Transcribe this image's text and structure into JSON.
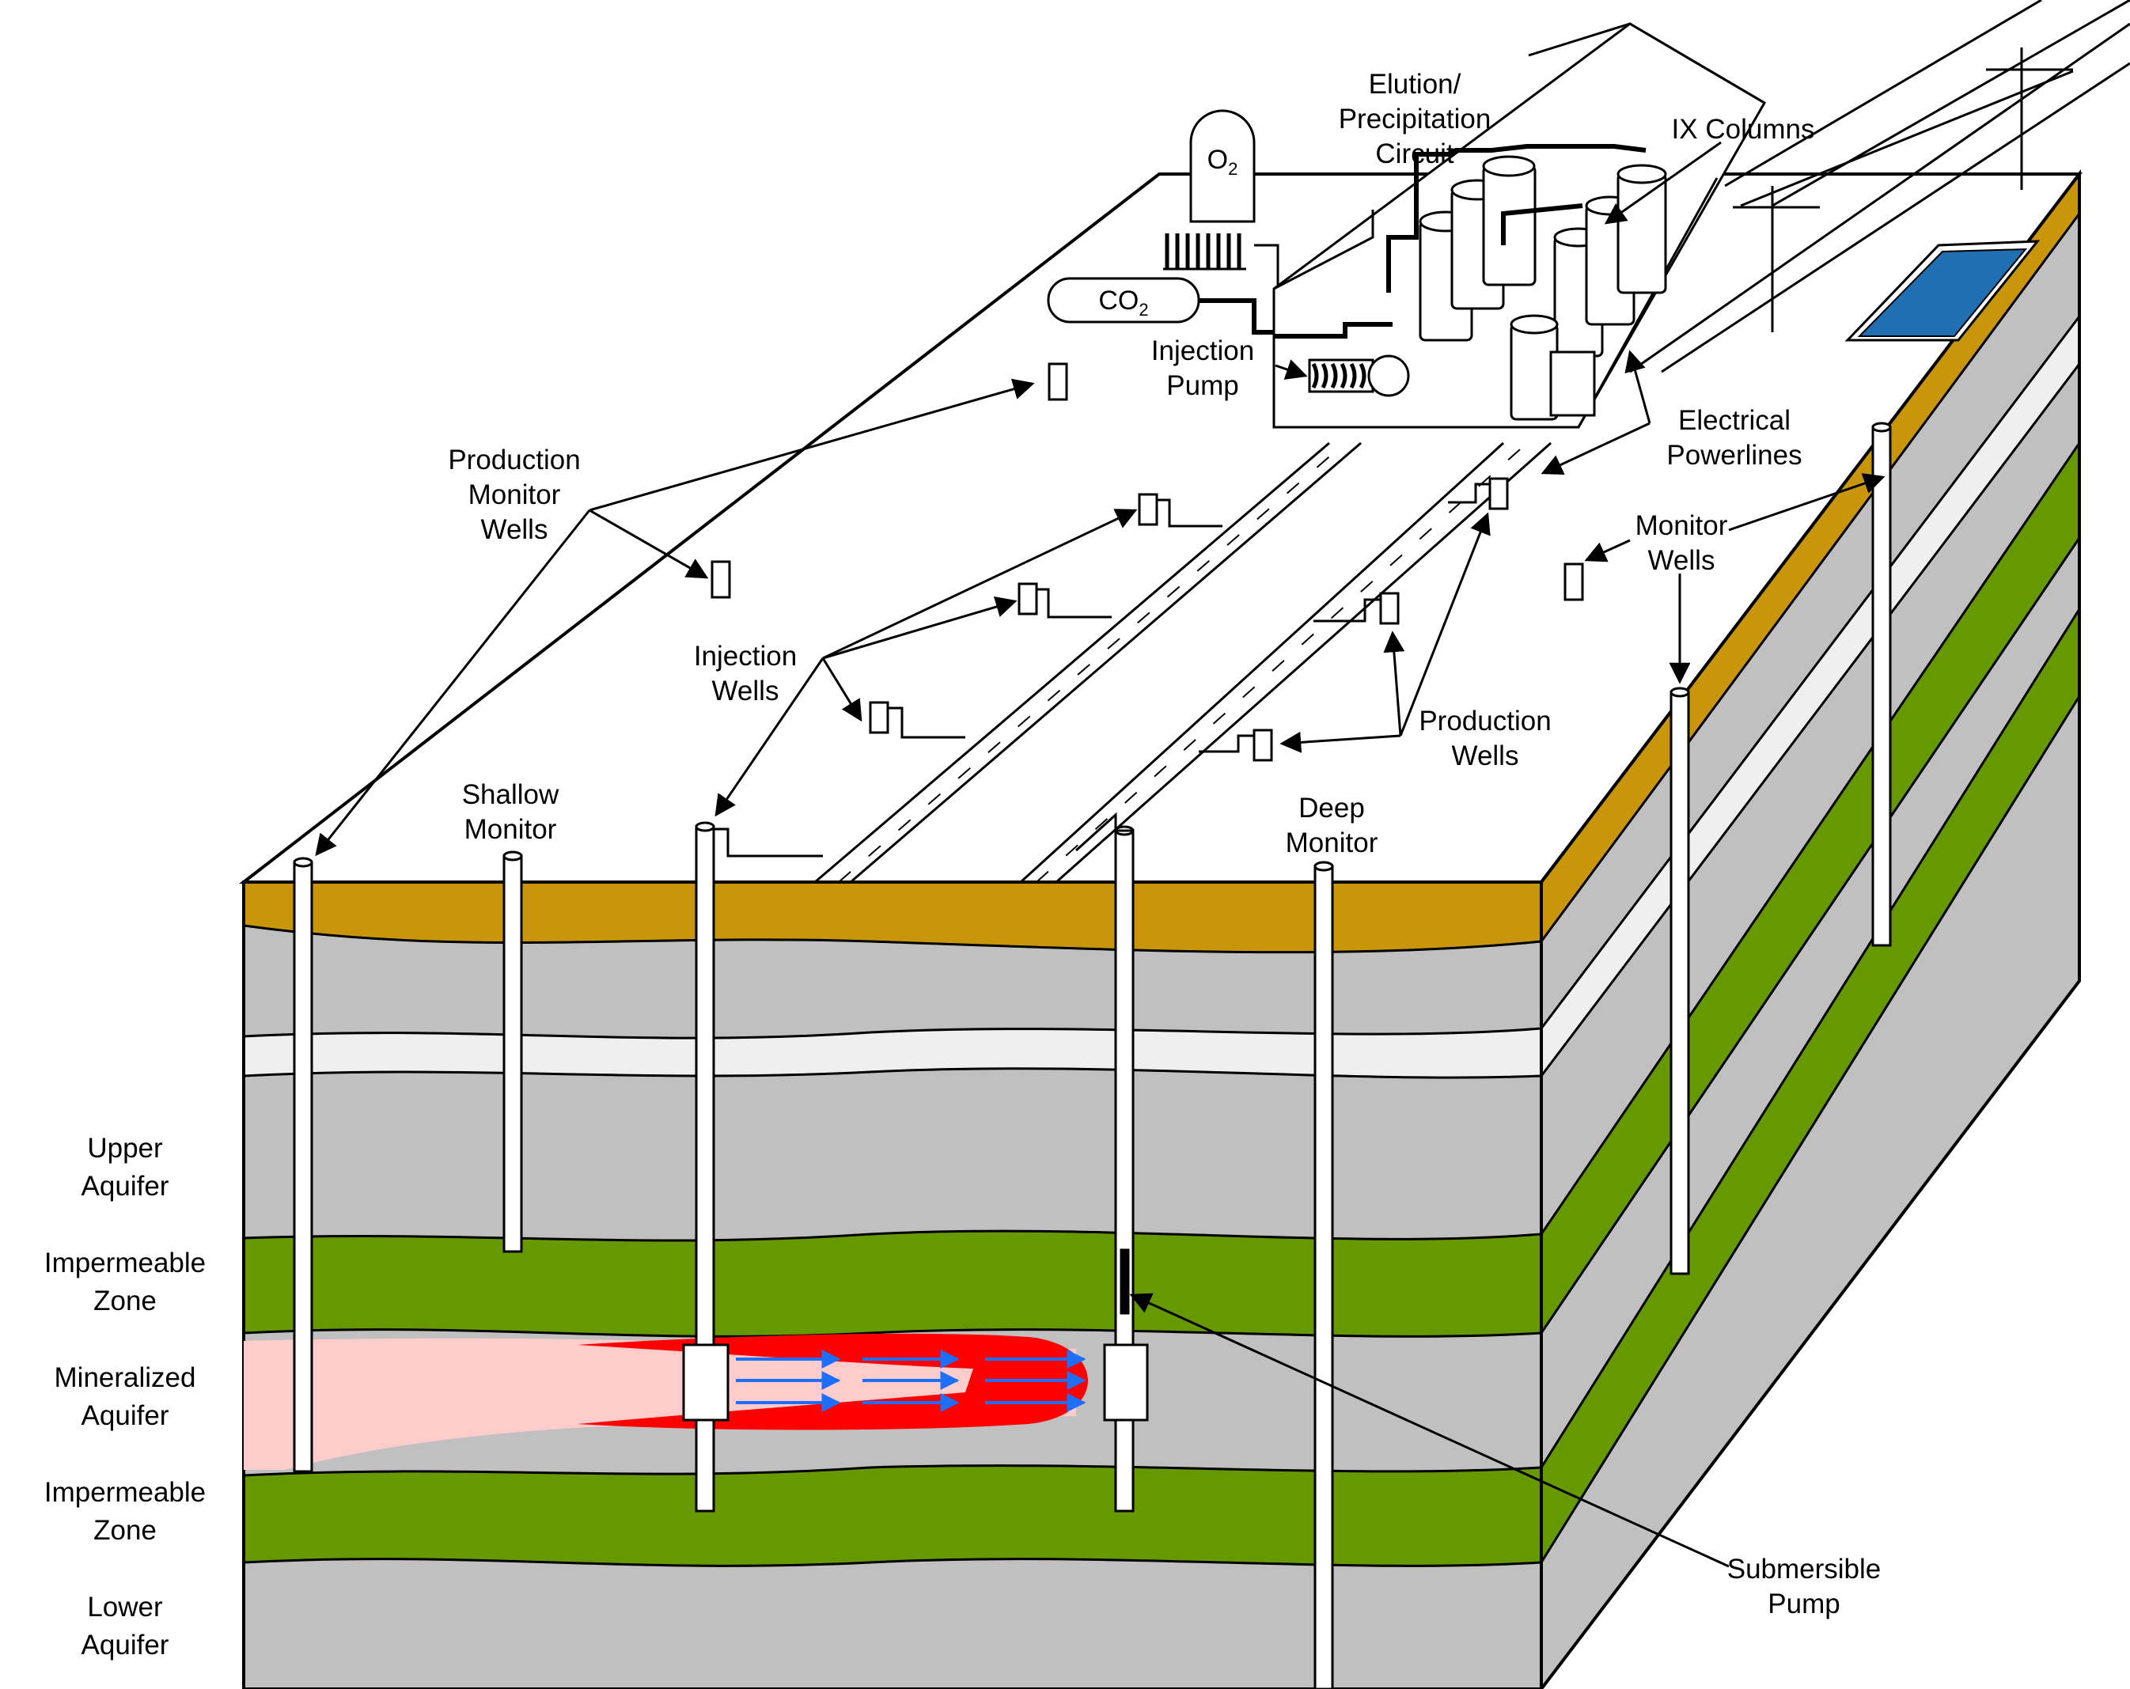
{
  "diagram": {
    "title": "In-situ recovery (ISR) well field and processing plant cross-section",
    "colors": {
      "topsoil": "#C9960B",
      "clay_gray": "#C0C0C0",
      "sand_white": "#EFEFEF",
      "impermeable_green": "#669900",
      "ore_red": "#FF0000",
      "ore_pink": "#FFCCCC",
      "flow_blue": "#1E6FFF",
      "pond_blue": "#1F6FB2",
      "outline": "#000000"
    },
    "callouts": {
      "elution": [
        "Elution/",
        "Precipitation",
        "Circuit"
      ],
      "ix_columns": "IX Columns",
      "o2_main": "O",
      "o2_sub": "2",
      "co2_main": "CO",
      "co2_sub": "2",
      "injection_pump": [
        "Injection",
        "Pump"
      ],
      "production_monitor_wells": [
        "Production",
        "Monitor",
        "Wells"
      ],
      "electrical_powerlines": [
        "Electrical",
        "Powerlines"
      ],
      "monitor_wells": [
        "Monitor",
        "Wells"
      ],
      "injection_wells": [
        "Injection",
        "Wells"
      ],
      "production_wells": [
        "Production",
        "Wells"
      ],
      "shallow_monitor": [
        "Shallow",
        "Monitor"
      ],
      "deep_monitor": [
        "Deep",
        "Monitor"
      ],
      "submersible_pump": [
        "Submersible",
        "Pump"
      ]
    },
    "zones": [
      [
        "Upper",
        "Aquifer"
      ],
      [
        "Impermeable",
        "Zone"
      ],
      [
        "Mineralized",
        "Aquifer"
      ],
      [
        "Impermeable",
        "Zone"
      ],
      [
        "Lower",
        "Aquifer"
      ]
    ]
  }
}
